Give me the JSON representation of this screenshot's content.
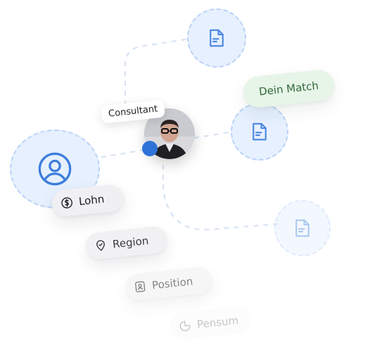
{
  "labels": {
    "consultant": "Consultant",
    "match": "Dein Match"
  },
  "criteria": [
    {
      "label": "Lohn",
      "icon": "dollar-icon"
    },
    {
      "label": "Region",
      "icon": "location-check-icon"
    },
    {
      "label": "Position",
      "icon": "id-badge-icon"
    },
    {
      "label": "Pensum",
      "icon": "pie-icon"
    }
  ],
  "icons": {
    "user": "user-profile-icon",
    "document": "document-icon"
  },
  "colors": {
    "accent": "#2f73d8",
    "node_fill": "#e6f0ff",
    "match_bg": "#e7f4e8",
    "match_text": "#2f6a3a"
  }
}
